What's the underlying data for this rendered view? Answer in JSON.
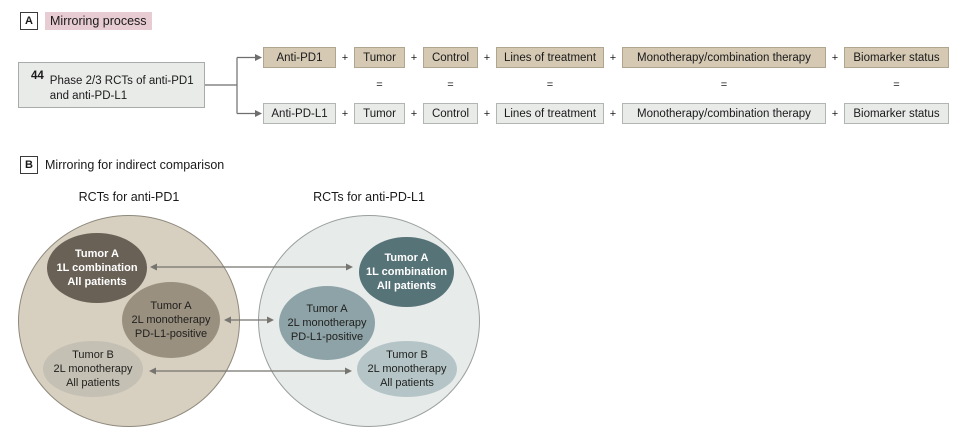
{
  "symbols": {
    "plus": "+",
    "equals": "="
  },
  "panel_a": {
    "label": "A",
    "title": "Mirroring process",
    "source_box": {
      "count": "44",
      "line1": "Phase 2/3 RCTs of anti-PD1",
      "line2": "and anti-PD-L1"
    },
    "rows": [
      {
        "drug": "Anti-PD1",
        "factors": [
          "Tumor",
          "Control",
          "Lines of treatment",
          "Monotherapy/combination therapy",
          "Biomarker status"
        ]
      },
      {
        "drug": "Anti-PD-L1",
        "factors": [
          "Tumor",
          "Control",
          "Lines of treatment",
          "Monotherapy/combination therapy",
          "Biomarker status"
        ]
      }
    ]
  },
  "panel_b": {
    "label": "B",
    "title": "Mirroring for indirect comparison",
    "groups": [
      {
        "title": "RCTs for anti-PD1",
        "ellipses": [
          {
            "lines": [
              "Tumor A",
              "1L combination",
              "All patients"
            ]
          },
          {
            "lines": [
              "Tumor A",
              "2L monotherapy",
              "PD-L1-positive"
            ]
          },
          {
            "lines": [
              "Tumor B",
              "2L monotherapy",
              "All patients"
            ]
          }
        ]
      },
      {
        "title": "RCTs for anti-PD-L1",
        "ellipses": [
          {
            "lines": [
              "Tumor A",
              "1L combination",
              "All patients"
            ]
          },
          {
            "lines": [
              "Tumor A",
              "2L monotherapy",
              "PD-L1-positive"
            ]
          },
          {
            "lines": [
              "Tumor B",
              "2L monotherapy",
              "All patients"
            ]
          }
        ]
      }
    ]
  },
  "colors": {
    "highlight_pink": "#e8ccd3",
    "tan_fill": "#d5c9b4",
    "tan_border": "#b0a58f",
    "gray_fill": "#e9ebe9",
    "gray_border": "#b2b6b3",
    "left_circle_fill": "#d7cfbf",
    "right_circle_fill": "#e7ebea",
    "left_ellipse_dark": "#6a6156",
    "left_ellipse_mid": "#9a9080",
    "left_ellipse_light": "#c5c0b4",
    "right_ellipse_dark": "#567377",
    "right_ellipse_mid": "#8da3a7",
    "right_ellipse_light": "#b5c5c7",
    "arrow": "#77756f"
  }
}
